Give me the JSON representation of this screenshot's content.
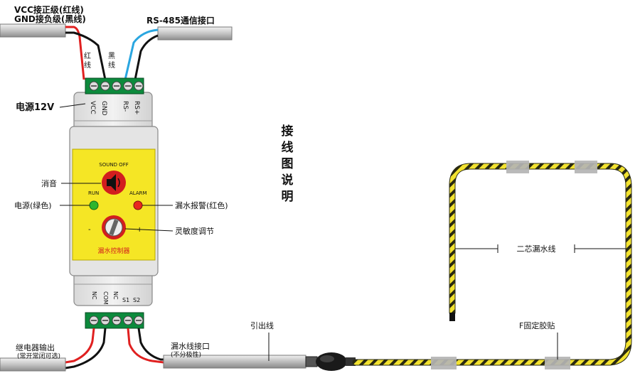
{
  "labels": {
    "vcc_note": "VCC接正级(红线)",
    "gnd_note": "GND接负级(黑线)",
    "red_wire": [
      "红",
      "线"
    ],
    "black_wire": [
      "黑",
      "线"
    ],
    "rs485": "RS-485通信接口",
    "power_12v": "电源12V",
    "top_terminals": [
      "VCC",
      "GND",
      "RS-",
      "RS+"
    ],
    "sound_off": "SOUND OFF",
    "mute": "消音",
    "run": "RUN",
    "alarm": "ALARM",
    "power_led": "电源(绿色)",
    "leak_alarm": "漏水报警(红色)",
    "minus": "-",
    "plus": "+",
    "sensitivity": "灵敏度调节",
    "controller_name": "漏水控制器",
    "bottom_terminals": [
      "NC",
      "COM",
      "NC",
      "S1",
      "S2"
    ],
    "relay_output": "继电器输出",
    "relay_note": "(常开常闭可选)",
    "leak_interface": "漏水线接口",
    "leak_interface_note": "(不分极性)",
    "lead_wire": "引出线",
    "two_core_cable": "二芯漏水线",
    "fixing_tape": "F固定胶贴",
    "title_vertical": [
      "接",
      "线",
      "图",
      "说",
      "明"
    ]
  },
  "colors": {
    "red_wire": "#e02020",
    "blue_wire": "#2aa6e0",
    "terminal_green": "#0c8a3c",
    "panel_yellow": "#f5e625",
    "led_green": "#2db52d",
    "led_red": "#e8281e",
    "knob_red": "#d21e1e",
    "cable_yellow": "#f2e230",
    "tape_gray": "#b4b4b4"
  }
}
